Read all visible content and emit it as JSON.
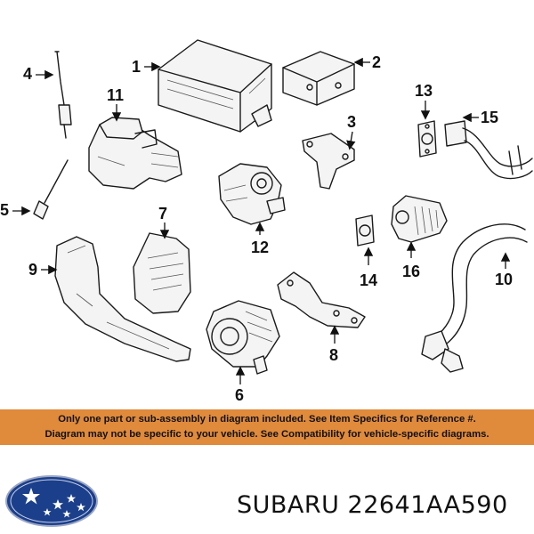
{
  "callouts": {
    "c1": "1",
    "c2": "2",
    "c3": "3",
    "c4": "4",
    "c5": "5",
    "c6": "6",
    "c7": "7",
    "c8": "8",
    "c9": "9",
    "c10": "10",
    "c11": "11",
    "c12": "12",
    "c13": "13",
    "c14": "14",
    "c15": "15",
    "c16": "16"
  },
  "disclaimer": {
    "line1": "Only one part or sub-assembly in diagram included. See Item Specifics for Reference #.",
    "line2": "Diagram may not be specific to your vehicle. See Compatibility for vehicle-specific diagrams."
  },
  "brand": {
    "name": "SUBARU",
    "part_number": "22641AA590",
    "logo": "subaru-logo-icon"
  },
  "colors": {
    "banner": "#e08a3c",
    "logo_blue": "#1b3f8b",
    "ink": "#111111"
  }
}
